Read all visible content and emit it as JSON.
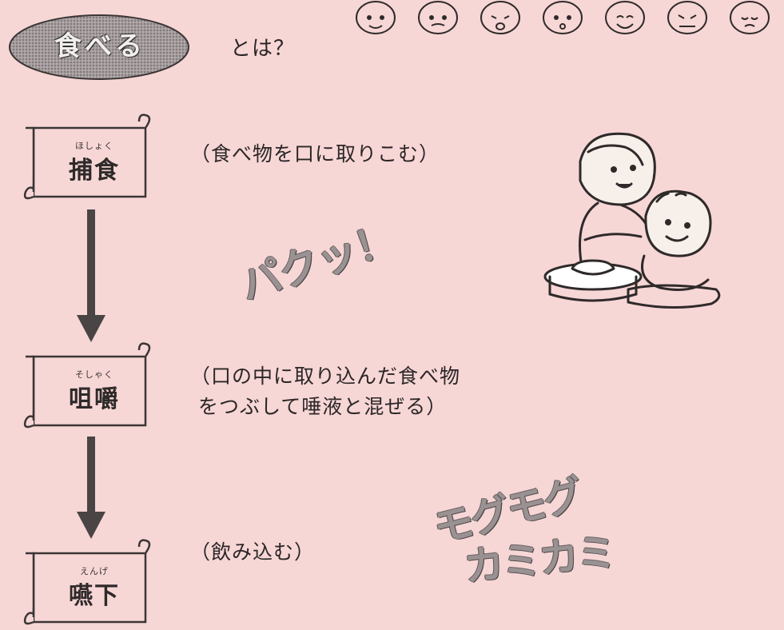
{
  "header": {
    "title_word": "食べる",
    "title_suffix": "とは？"
  },
  "stages": [
    {
      "ruby": "ほしょく",
      "kanji": "捕食",
      "description": [
        "（食べ物を口に取りこむ）"
      ]
    },
    {
      "ruby": "そしゃく",
      "kanji": "咀嚼",
      "description": [
        "（口の中に取り込んだ食べ物",
        "をつぶして唾液と混ぜる）"
      ]
    },
    {
      "ruby": "えんげ",
      "kanji": "嚥下",
      "description": [
        "（飲み込む）"
      ]
    }
  ],
  "onomatopoeia": {
    "bite": "パクッ！",
    "chew_line1": "モグモグ",
    "chew_line2": "カミカミ"
  },
  "colors": {
    "background": "#f7d6d6",
    "ink": "#2b2626",
    "arrow": "#4a4444"
  }
}
